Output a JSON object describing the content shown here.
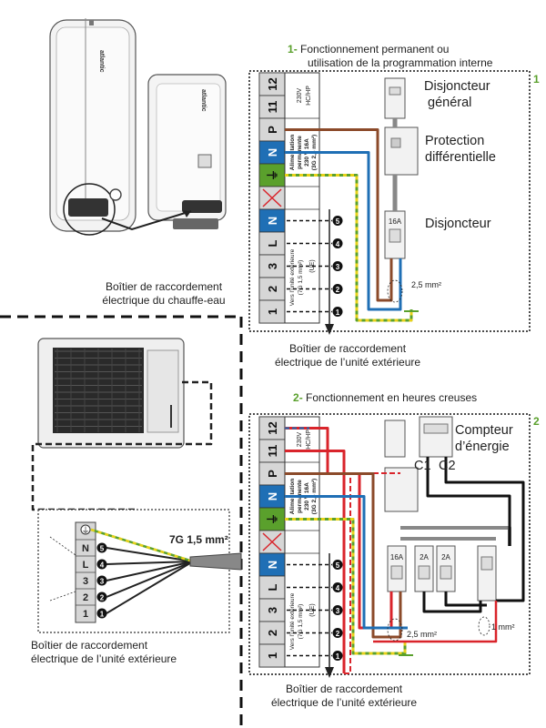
{
  "colors": {
    "live": "#8b4a2a",
    "neutral": "#1f6fb5",
    "earth_green": "#5aa02c",
    "earth_yellow": "#e8d21a",
    "red_wire": "#d9242b",
    "black_wire": "#111111",
    "terminal_gray": "#d6d6d6"
  },
  "heater": {
    "caption_line1": "Boîtier de raccordement",
    "caption_line2": "électrique du chauffe-eau",
    "brand_text": "atlantic"
  },
  "outdoor": {
    "caption_line1": "Boîtier de raccordement",
    "caption_line2": "électrique de l’unité extérieure",
    "cable_label": "7G 1,5 mm²",
    "terminals": [
      "N",
      "L",
      "3",
      "2",
      "1"
    ],
    "circled": [
      "5",
      "4",
      "3",
      "2",
      "1"
    ]
  },
  "diagram1": {
    "number": "1",
    "dash": "-",
    "title_line1": "Fonctionnement permanent ou",
    "title_line2": "utilisation de la programmation interne",
    "corner_number": "1",
    "breaker_main_line1": "Disjoncteur",
    "breaker_main_line2": "général",
    "protection_line1": "Protection",
    "protection_line2": "différentielle",
    "breaker": "Disjoncteur",
    "breaker_rating": "16A",
    "section_label": "2,5 mm²",
    "caption_line1": "Boîtier de raccordement",
    "caption_line2": "électrique de l’unité extérieure"
  },
  "diagram2": {
    "number": "2",
    "dash": "-",
    "title": "Fonctionnement en heures creuses",
    "corner_number": "2",
    "meter_line1": "Compteur",
    "meter_line2": "d’énergie",
    "c1": "C1",
    "c2": "C2",
    "ratings": [
      "16A",
      "2A",
      "2A"
    ],
    "section_label": "2,5 mm²",
    "section_label2": "1 mm²",
    "caption_line1": "Boîtier de raccordement",
    "caption_line2": "électrique de l’unité extérieure"
  },
  "terminal_block": {
    "labels": [
      "12",
      "11",
      "P",
      "N",
      "⏚",
      "",
      "N",
      "L",
      "3",
      "2",
      "1"
    ],
    "text_230": "230V",
    "text_hc": "HC/HP",
    "supply_line1": "Alimentation",
    "supply_line2": "permanente",
    "supply_line3": "230 V 16A",
    "supply_line4": "(3G 2,5 mm²)",
    "outdoor_line1": "Vers l’unité extérieure",
    "outdoor_line2": "(7G 1,5 mm²)",
    "ue": "(UE)",
    "circled": [
      "5",
      "4",
      "3",
      "2",
      "1"
    ]
  }
}
